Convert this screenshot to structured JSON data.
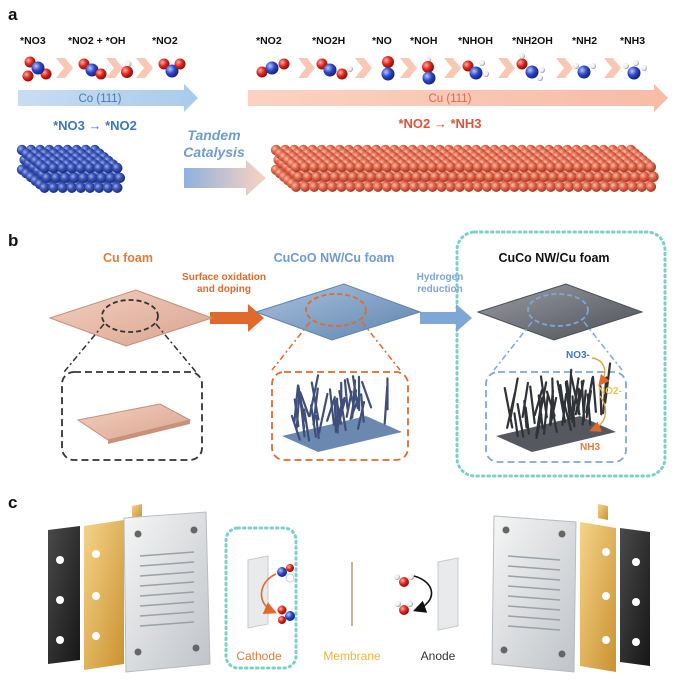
{
  "panel_a": {
    "label": "a",
    "co_species": [
      "*NO3",
      "*NO2 + *OH",
      "*NO2"
    ],
    "cu_species": [
      "*NO2",
      "*NO2H",
      "*NO",
      "*NOH",
      "*NHOH",
      "*NH2OH",
      "*NH2",
      "*NH3"
    ],
    "co_bar_label": "Co (111)",
    "cu_bar_label": "Cu (111)",
    "co_reaction": "*NO3 → *NO2",
    "cu_reaction": "*NO2 → *NH3",
    "tandem_line1": "Tandem",
    "tandem_line2": "Catalysis"
  },
  "panel_b": {
    "label": "b",
    "stage1_title": "Cu foam",
    "stage2_title": "CuCoO NW/Cu foam",
    "stage3_title": "CuCo NW/Cu foam",
    "arrow1_line1": "Surface oxidation",
    "arrow1_line2": "and doping",
    "arrow2_line1": "Hydrogen",
    "arrow2_line2": "reduction",
    "species_no3": "NO3-",
    "species_no2": "NO2-",
    "species_nh3": "NH3"
  },
  "panel_c": {
    "label": "c",
    "cathode": "Cathode",
    "membrane": "Membrane",
    "anode": "Anode"
  },
  "colors": {
    "co_blue": "#3b57b8",
    "cu_orange": "#e0664c",
    "co_text": "#3a78c2",
    "cu_text": "#e0523a",
    "stage1_title": "#e07d3c",
    "stage2_title": "#6e9bd0",
    "stage3_title": "#111111",
    "arrow_orange": "#e06a2c",
    "arrow_blue": "#7ea7d8",
    "cathode_text": "#e07d3c",
    "membrane_text": "#f0b43c",
    "anode_text": "#333333",
    "teal_dots": "#7dd0c6",
    "yellow_dots": "#f3c062"
  }
}
